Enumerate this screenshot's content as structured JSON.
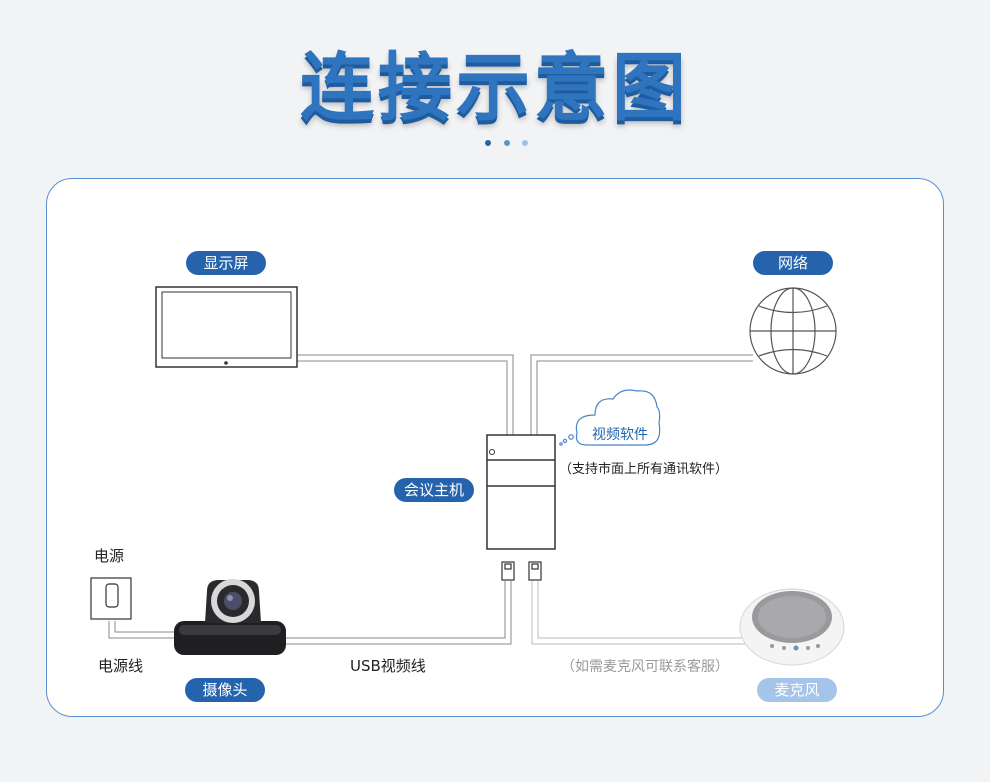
{
  "title": "连接示意图",
  "colors": {
    "accent": "#2563ad",
    "panel_border": "#5b8ed1",
    "pill_light": "#a4c4ea"
  },
  "nodes": {
    "display": {
      "label": "显示屏",
      "icon": "monitor-icon"
    },
    "network": {
      "label": "网络",
      "icon": "globe-icon"
    },
    "host": {
      "label": "会议主机",
      "icon": "computer-tower-icon"
    },
    "software": {
      "label": "视频软件",
      "note": "（支持市面上所有通讯软件）",
      "icon": "cloud-icon"
    },
    "power": {
      "label": "电源",
      "icon": "power-outlet-icon"
    },
    "camera": {
      "label": "摄像头",
      "icon": "camera-icon"
    },
    "microphone": {
      "label": "麦克风",
      "icon": "speakerphone-icon"
    }
  },
  "cables": {
    "power_cable": "电源线",
    "usb_video": "USB视频线",
    "mic_note": "（如需麦克风可联系客服）"
  }
}
